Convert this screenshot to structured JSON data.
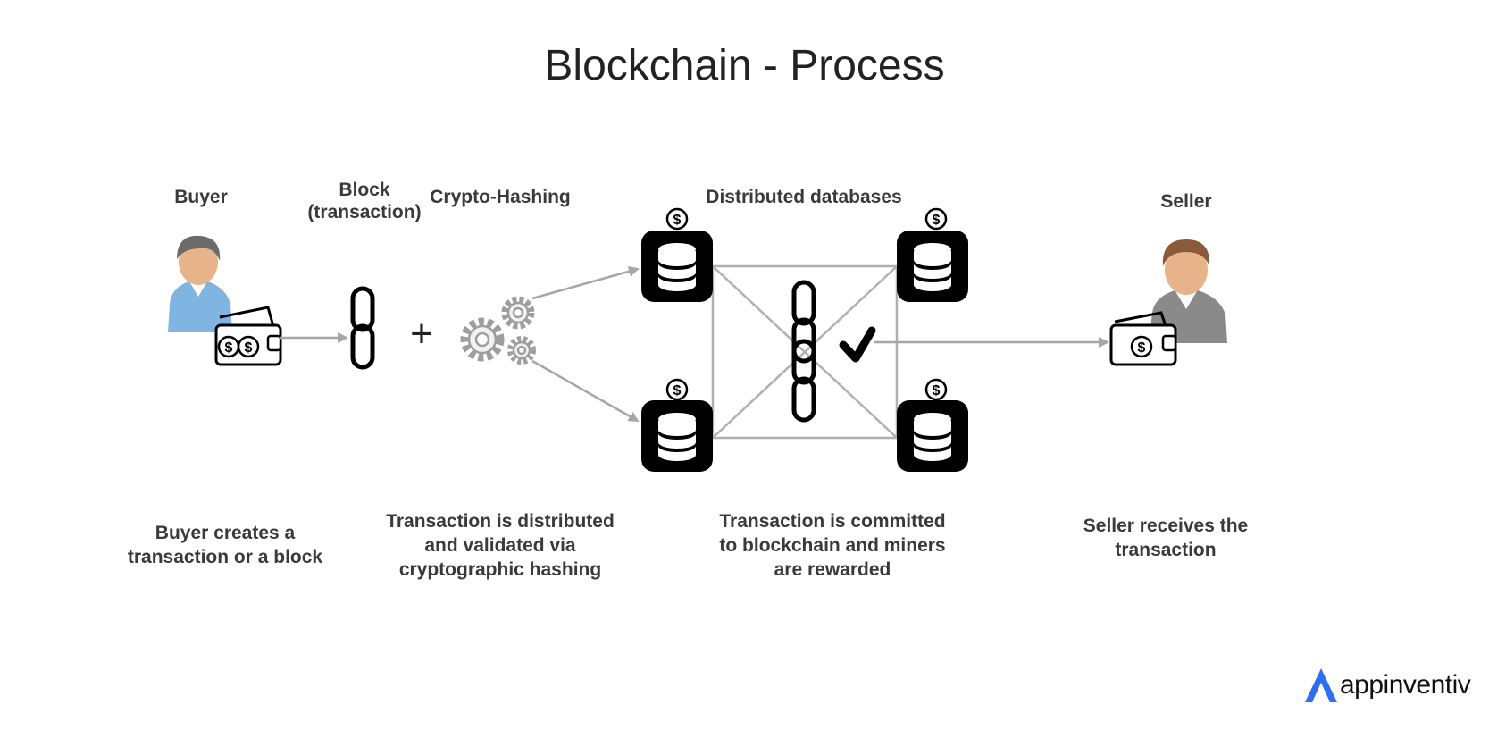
{
  "title": "Blockchain - Process",
  "labels": {
    "buyer": "Buyer",
    "block_line1": "Block",
    "block_line2": "(transaction)",
    "crypto_hashing": "Crypto-Hashing",
    "distributed_databases": "Distributed databases",
    "seller": "Seller"
  },
  "captions": {
    "buyer": [
      "Buyer creates a",
      "transaction or a block"
    ],
    "hashing": [
      "Transaction is distributed",
      "and validated via",
      "cryptographic hashing"
    ],
    "committed": [
      "Transaction is committed",
      "to blockchain and miners",
      "are rewarded"
    ],
    "seller": [
      "Seller receives the",
      "transaction"
    ]
  },
  "symbols": {
    "plus": "+",
    "dollar": "$"
  },
  "logo": {
    "text": "appinventiv",
    "color": "#2d6ff0"
  },
  "colors": {
    "arrow": "#a6a6a6",
    "database": "#000000",
    "buyer_shirt": "#7fb5e0",
    "seller_suit": "#8a8a8a",
    "skin": "#e7b38a"
  }
}
